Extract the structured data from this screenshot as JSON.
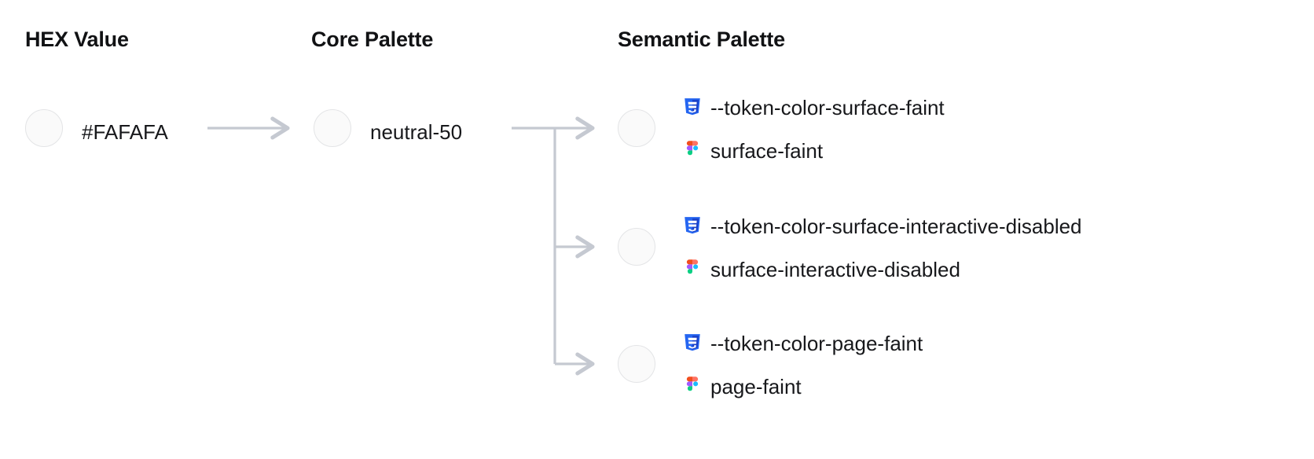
{
  "columns": {
    "hex": "HEX Value",
    "core": "Core Palette",
    "semantic": "Semantic Palette"
  },
  "colors": {
    "swatch_fill": "#FAFAFA",
    "swatch_border": "#E3E4E6",
    "connector": "#C5C9D1",
    "text": "#17181b",
    "heading": "#111214",
    "css_icon_blue": "#2465F1",
    "css_icon_blue_dark": "#1A41C9",
    "figma_orange": "#F24E1E",
    "figma_red": "#FF7262",
    "figma_purple": "#A259FF",
    "figma_blue": "#1ABCFE",
    "figma_green": "#0ACF83"
  },
  "hex_value": {
    "label": "#FAFAFA",
    "swatch_color": "#FAFAFA"
  },
  "core_value": {
    "label": "neutral-50",
    "swatch_color": "#FAFAFA"
  },
  "semantic_rows": [
    {
      "swatch_color": "#FAFAFA",
      "css_token": "--token-color-surface-faint",
      "figma_token": "surface-faint"
    },
    {
      "swatch_color": "#FAFAFA",
      "css_token": "--token-color-surface-interactive-disabled",
      "figma_token": "surface-interactive-disabled"
    },
    {
      "swatch_color": "#FAFAFA",
      "css_token": "--token-color-page-faint",
      "figma_token": "page-faint"
    }
  ],
  "icons": {
    "css": "css3-icon",
    "figma": "figma-icon",
    "arrow": "arrow-right-icon"
  }
}
